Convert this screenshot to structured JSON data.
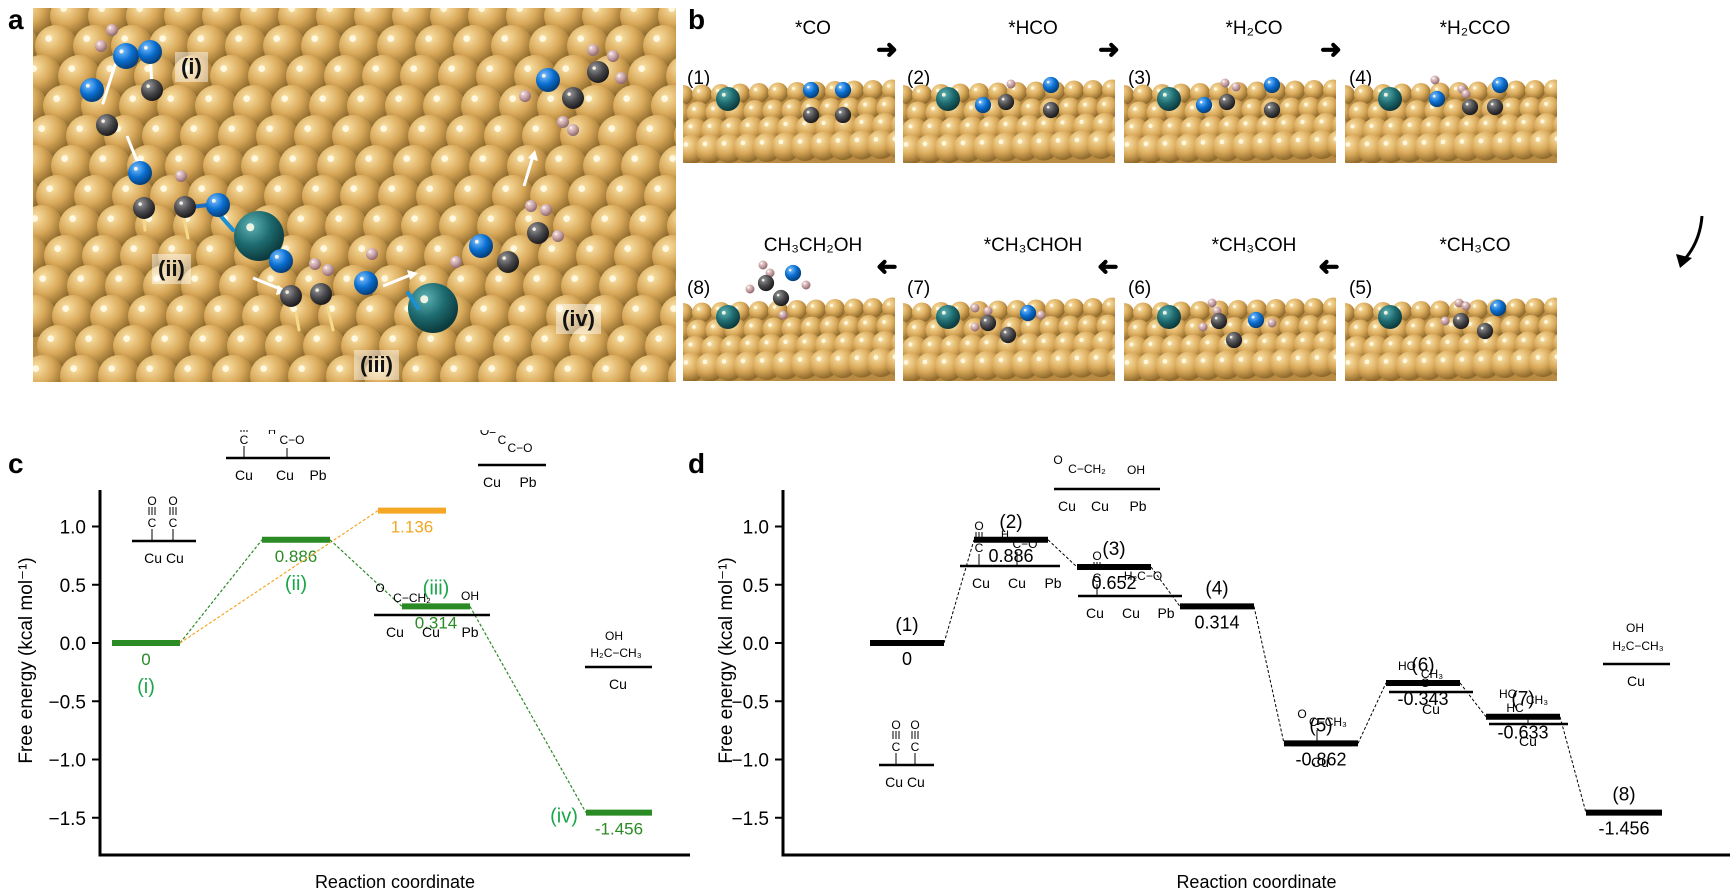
{
  "figure": {
    "panels": [
      "a",
      "b",
      "c",
      "d"
    ]
  },
  "panel_a": {
    "letter": "a",
    "labels": [
      "(i)",
      "(ii)",
      "(iii)",
      "(iv)"
    ]
  },
  "panel_b": {
    "letter": "b",
    "steps": [
      {
        "num": "(1)",
        "title": "*CO"
      },
      {
        "num": "(2)",
        "title": "*HCO"
      },
      {
        "num": "(3)",
        "title": "*H₂CO"
      },
      {
        "num": "(4)",
        "title": "*H₂CCO"
      },
      {
        "num": "(5)",
        "title": "*CH₃CO"
      },
      {
        "num": "(6)",
        "title": "*CH₃COH"
      },
      {
        "num": "(7)",
        "title": "*CH₃CHOH"
      },
      {
        "num": "(8)",
        "title": "CH₃CH₂OH"
      }
    ],
    "arrows": {
      "right": "➞",
      "left": "⟵",
      "curve": "↙"
    }
  },
  "colors": {
    "cu": "#d9a95a",
    "pb": "#1e6b6f",
    "oxygen": "#0a6fd1",
    "carbon": "#4a4a4d",
    "hydrogen": "#c9a3a6",
    "green": "#2a8a24",
    "green_label": "#1aa64a",
    "orange": "#f5a623",
    "black": "#000000"
  },
  "chart_data": [
    {
      "id": "c",
      "letter": "c",
      "type": "energy-level diagram",
      "title": "",
      "xlabel": "Reaction coordinate",
      "ylabel": "Free energy (kcal mol⁻¹)",
      "ylim": [
        -1.8,
        1.3
      ],
      "yticks": [
        1.0,
        0.5,
        0.0,
        -0.5,
        -1.0,
        -1.5
      ],
      "ytick_labels": [
        "1.0",
        "0.5",
        "0.0",
        "−0.5",
        "−1.0",
        "−1.5"
      ],
      "grid": false,
      "levels": [
        {
          "id": "i",
          "label": "(i)",
          "value": 0,
          "value_label": "0",
          "color": "green",
          "position": 1
        },
        {
          "id": "ii",
          "label": "(ii)",
          "value": 0.886,
          "value_label": "0.886",
          "color": "green",
          "position": 2
        },
        {
          "id": "alt",
          "label": "",
          "value": 1.136,
          "value_label": "1.136",
          "color": "orange",
          "position": 3
        },
        {
          "id": "iii",
          "label": "(iii)",
          "value": 0.314,
          "value_label": "0.314",
          "color": "green",
          "position": 3.6
        },
        {
          "id": "iv",
          "label": "(iv)",
          "value": -1.456,
          "value_label": "-1.456",
          "color": "green",
          "position": 5
        }
      ],
      "connections": [
        {
          "from": "i",
          "to": "ii",
          "color": "green"
        },
        {
          "from": "i",
          "to": "alt",
          "color": "orange"
        },
        {
          "from": "ii",
          "to": "iii",
          "color": "green"
        },
        {
          "from": "iii",
          "to": "iv",
          "color": "green"
        }
      ],
      "structures": [
        {
          "id": "s1",
          "top": [
            "O",
            "C",
            "O",
            "C"
          ],
          "sites": "Cu Cu",
          "formula": "2 CO on Cu Cu"
        },
        {
          "id": "s2",
          "sites": "Cu  Cu  Pb",
          "formula": "CO + HC-O"
        },
        {
          "id": "s3",
          "sites": "Cu  Pb",
          "formula": "O=C=C-O"
        },
        {
          "id": "s4",
          "sites": "Cu  Cu  Pb",
          "formula": "O=C-CH₂  OH"
        },
        {
          "id": "s5",
          "sites": "Cu",
          "formula": "H₂C-CH₃ with OH"
        }
      ]
    },
    {
      "id": "d",
      "letter": "d",
      "type": "energy-level diagram",
      "title": "",
      "xlabel": "Reaction coordinate",
      "ylabel": "Free energy (kcal mol⁻¹)",
      "ylim": [
        -1.8,
        1.3
      ],
      "yticks": [
        1.0,
        0.5,
        0.0,
        -0.5,
        -1.0,
        -1.5
      ],
      "ytick_labels": [
        "1.0",
        "0.5",
        "0.0",
        "−0.5",
        "−1.0",
        "−1.5"
      ],
      "grid": false,
      "levels": [
        {
          "id": "1",
          "label": "(1)",
          "value": 0,
          "value_label": "0"
        },
        {
          "id": "2",
          "label": "(2)",
          "value": 0.886,
          "value_label": "0.886"
        },
        {
          "id": "3",
          "label": "(3)",
          "value": 0.652,
          "value_label": "0.652"
        },
        {
          "id": "4",
          "label": "(4)",
          "value": 0.314,
          "value_label": "0.314"
        },
        {
          "id": "5",
          "label": "(5)",
          "value": -0.862,
          "value_label": "-0.862"
        },
        {
          "id": "6",
          "label": "(6)",
          "value": -0.343,
          "value_label": "-0.343"
        },
        {
          "id": "7",
          "label": "(7)",
          "value": -0.633,
          "value_label": "-0.633"
        },
        {
          "id": "8",
          "label": "(8)",
          "value": -1.456,
          "value_label": "-1.456"
        }
      ],
      "structures": [
        {
          "id": "d1",
          "sites": "Cu Cu"
        },
        {
          "id": "d2",
          "sites": "Cu  Cu  Pb"
        },
        {
          "id": "d3",
          "sites": "Cu  Cu  Pb"
        },
        {
          "id": "d4",
          "sites": "Cu  Cu  Pb"
        },
        {
          "id": "d5",
          "sites": "Cu"
        },
        {
          "id": "d6",
          "sites": "Cu"
        },
        {
          "id": "d7",
          "sites": "Cu"
        },
        {
          "id": "d8",
          "sites": "Cu"
        }
      ]
    }
  ],
  "chem_text": {
    "O": "O",
    "C": "C",
    "H": "H",
    "Cu": "Cu",
    "Pb": "Pb",
    "OH": "OH",
    "HO": "HO",
    "HC": "HC",
    "CH3": "CH₃",
    "CH2": "CH₂",
    "H2C": "H₂C",
    "dash": "−",
    "C_O": "C−O",
    "H2C_O": "H₂C−O",
    "C_CH2": "C−CH₂",
    "H2C_CH3": "H₂C−CH₃",
    "O_eq": "O="
  }
}
